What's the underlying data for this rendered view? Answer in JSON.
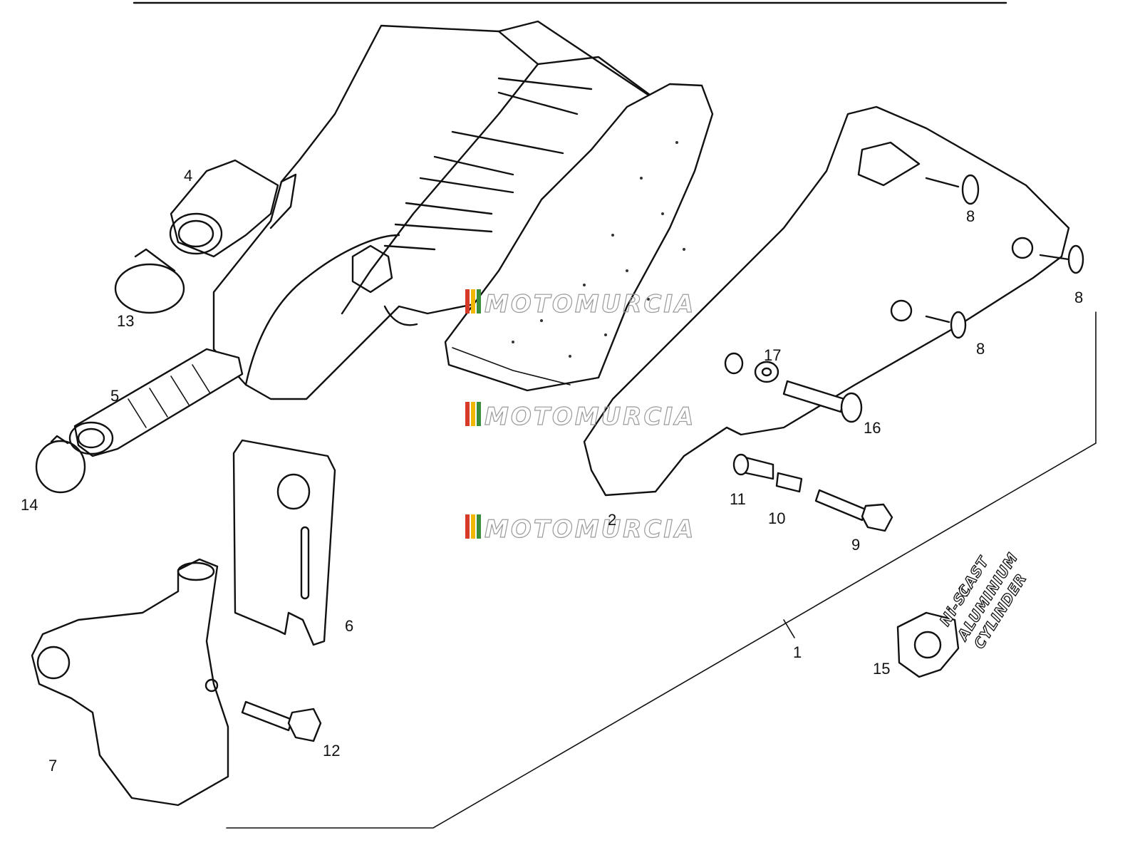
{
  "diagram": {
    "callouts": [
      {
        "id": "c1",
        "text": "1"
      },
      {
        "id": "c2",
        "text": "2"
      },
      {
        "id": "c4",
        "text": "4"
      },
      {
        "id": "c5",
        "text": "5"
      },
      {
        "id": "c6",
        "text": "6"
      },
      {
        "id": "c7",
        "text": "7"
      },
      {
        "id": "c8a",
        "text": "8"
      },
      {
        "id": "c8b",
        "text": "8"
      },
      {
        "id": "c8c",
        "text": "8"
      },
      {
        "id": "c9",
        "text": "9"
      },
      {
        "id": "c10",
        "text": "10"
      },
      {
        "id": "c11",
        "text": "11"
      },
      {
        "id": "c12",
        "text": "12"
      },
      {
        "id": "c13",
        "text": "13"
      },
      {
        "id": "c14",
        "text": "14"
      },
      {
        "id": "c15",
        "text": "15"
      },
      {
        "id": "c16",
        "text": "16"
      },
      {
        "id": "c17",
        "text": "17"
      }
    ],
    "watermark": "MOTOMURCIA",
    "watermark_colors": [
      "#d83a2a",
      "#f2b705",
      "#3a8d3a",
      "#9a9a9a"
    ],
    "badge": {
      "line1": "CAST",
      "line2": "ALUMINIUM",
      "line3": "CYLINDER",
      "logo": "Ni-Si"
    }
  }
}
